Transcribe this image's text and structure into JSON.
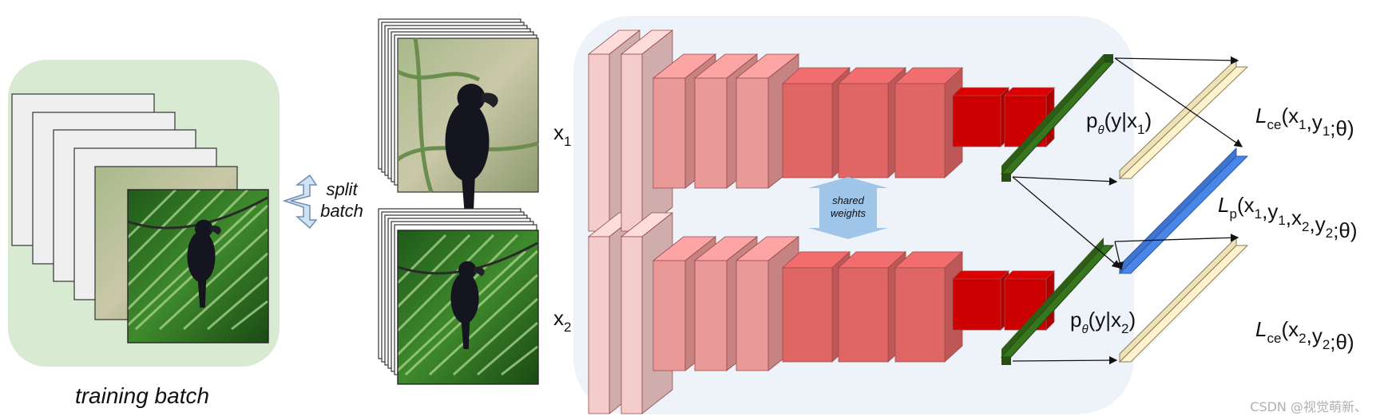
{
  "training_batch": {
    "caption": "training batch"
  },
  "split": {
    "line1": "split",
    "line2": "batch"
  },
  "inputs": {
    "x1": {
      "base": "x",
      "sub": "1"
    },
    "x2": {
      "base": "x",
      "sub": "2"
    }
  },
  "shared": {
    "line1": "shared",
    "line2": "weights"
  },
  "outputs": {
    "p1": {
      "p": "p",
      "theta": "θ",
      "mid": "(y|x",
      "sub": "1",
      "close": ")"
    },
    "p2": {
      "p": "p",
      "theta": "θ",
      "mid": "(y|x",
      "sub": "2",
      "close": ")"
    }
  },
  "losses": {
    "lce1": {
      "L": "L",
      "sub": "ce",
      "args": [
        [
          "x",
          "1"
        ],
        [
          "y",
          "1"
        ]
      ],
      "tail": ";θ)"
    },
    "lp": {
      "L": "L",
      "sub": "p",
      "args": [
        [
          "x",
          "1"
        ],
        [
          "y",
          "1"
        ],
        [
          "x",
          "2"
        ],
        [
          "y",
          "2"
        ]
      ],
      "tail": ";θ)"
    },
    "lce2": {
      "L": "L",
      "sub": "ce",
      "args": [
        [
          "x",
          "2"
        ],
        [
          "y",
          "2"
        ]
      ],
      "tail": ";θ)"
    }
  },
  "watermark": "CSDN @视觉萌新、",
  "colors": {
    "batch_panel": "#d9ead3",
    "net_panel": "#edf3f9",
    "layer_pale": "#f4cccc",
    "layer_pink": "#ea9999",
    "layer_mid": "#e06666",
    "layer_red": "#cc0000",
    "output_green": "#38761d",
    "loss_cream": "#fff2cc",
    "loss_blue": "#4a86e8",
    "arrow_blue": "#9fc5e8"
  },
  "icons": [
    "split-arrow-icon",
    "shared-weights-arrow-icon",
    "bird-photo",
    "bird-palm-photo"
  ]
}
